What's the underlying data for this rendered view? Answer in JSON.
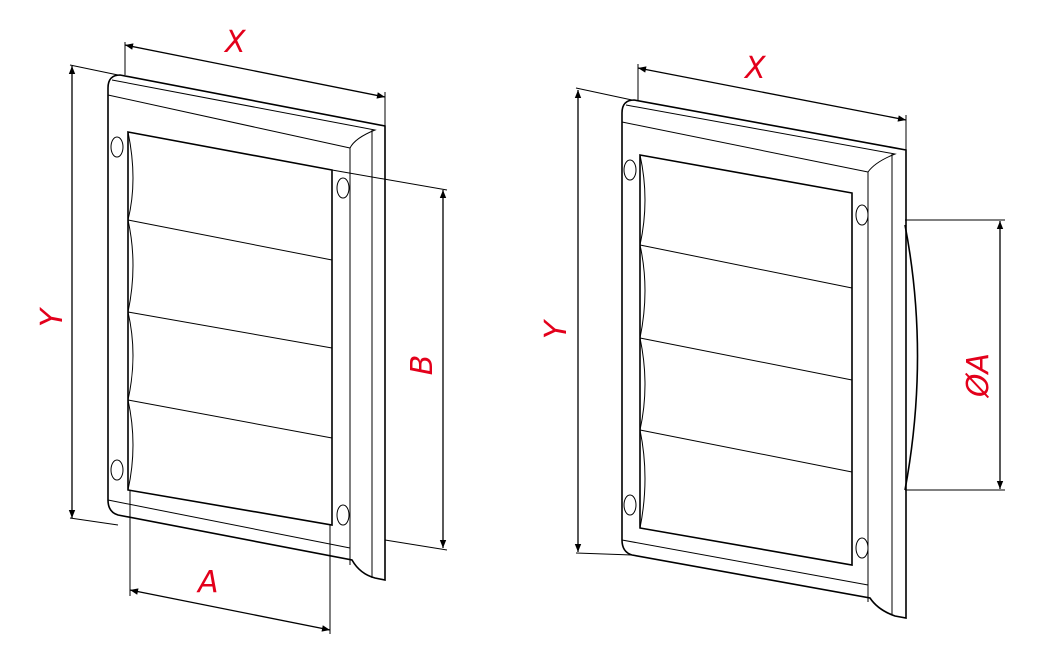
{
  "colors": {
    "dimension_label": "#e3001b",
    "line": "#000000"
  },
  "left_grille": {
    "labels": {
      "width": "X",
      "height": "Y",
      "opening_height": "B",
      "opening_width": "A"
    }
  },
  "right_grille": {
    "labels": {
      "width": "X",
      "height": "Y",
      "spigot_diameter": "ØA"
    }
  }
}
